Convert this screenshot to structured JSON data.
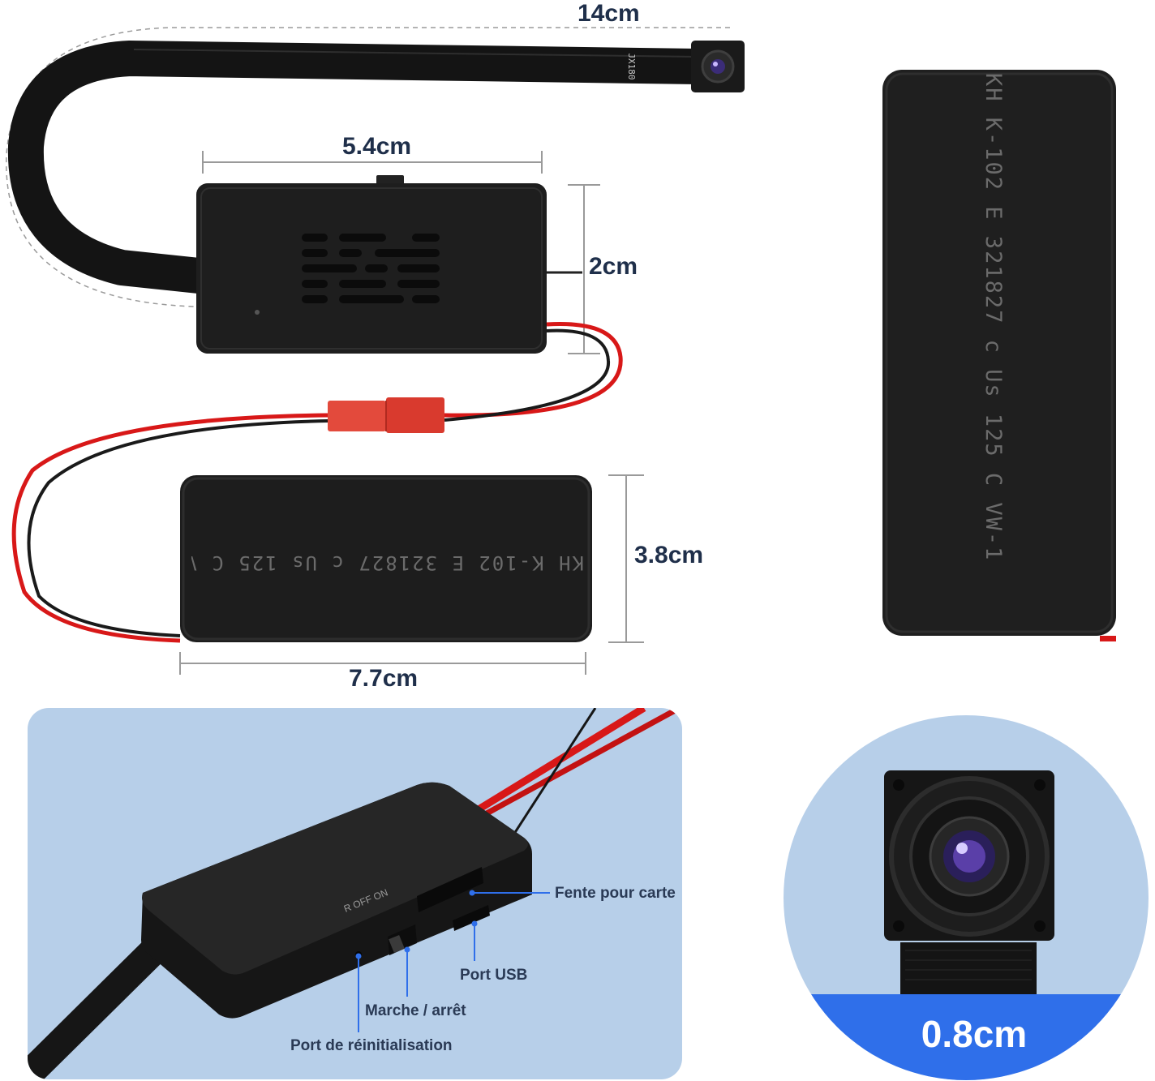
{
  "dimensions": {
    "cable_length": "14cm",
    "module_width": "5.4cm",
    "module_height": "2cm",
    "battery_height": "3.8cm",
    "battery_width": "7.7cm",
    "lens_size": "0.8cm"
  },
  "cable_marking": "JX180",
  "battery_print": "KH  K-102  E 321827  c Us  125  C  VW-1",
  "battery_print_vertical": "KH  K-102  E 321827  c Us  125  C  VW-1",
  "callouts": {
    "card_slot": "Fente pour carte",
    "usb_port": "Port USB",
    "power_switch": "Marche / arrêt",
    "reset_port": "Port de réinitialisation"
  },
  "switch_marks": "R  OFF ON",
  "colors": {
    "panel_blue": "#b7cfe9",
    "accent_blue": "#2f6fea",
    "device_black": "#1c1c1c",
    "wire_red": "#e01a1a",
    "dimension_text": "#1f2f4a"
  }
}
